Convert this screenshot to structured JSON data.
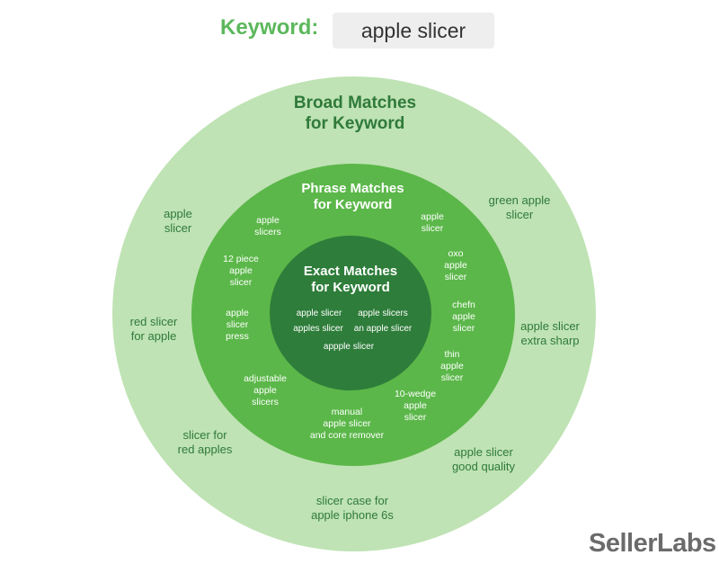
{
  "header": {
    "keyword_label": "Keyword:",
    "keyword_value": "apple slicer"
  },
  "diagram": {
    "colors": {
      "broad": "#bfe3b4",
      "phrase": "#5bb749",
      "exact": "#2e7d3a",
      "label_green": "#5cb85c"
    },
    "broad": {
      "title_line1": "Broad Matches",
      "title_line2": "for Keyword",
      "items": [
        {
          "line1": "apple",
          "line2": "slicer"
        },
        {
          "line1": "green apple",
          "line2": "slicer"
        },
        {
          "line1": "red slicer",
          "line2": "for apple"
        },
        {
          "line1": "apple slicer",
          "line2": "extra sharp"
        },
        {
          "line1": "slicer for",
          "line2": "red apples"
        },
        {
          "line1": "apple slicer",
          "line2": "good quality"
        },
        {
          "line1": "slicer case for",
          "line2": "apple iphone 6s"
        }
      ]
    },
    "phrase": {
      "title_line1": "Phrase Matches",
      "title_line2": "for Keyword",
      "items": [
        {
          "line1": "apple",
          "line2": "slicers",
          "line3": ""
        },
        {
          "line1": "apple",
          "line2": "slicer",
          "line3": ""
        },
        {
          "line1": "12 piece",
          "line2": "apple",
          "line3": "slicer"
        },
        {
          "line1": "oxo",
          "line2": "apple",
          "line3": "slicer"
        },
        {
          "line1": "apple",
          "line2": "slicer",
          "line3": "press"
        },
        {
          "line1": "chefn",
          "line2": "apple",
          "line3": "slicer"
        },
        {
          "line1": "thin",
          "line2": "apple",
          "line3": "slicer"
        },
        {
          "line1": "adjustable",
          "line2": "apple",
          "line3": "slicers"
        },
        {
          "line1": "10-wedge",
          "line2": "apple",
          "line3": "slicer"
        },
        {
          "line1": "manual",
          "line2": "apple slicer",
          "line3": "and core remover"
        }
      ]
    },
    "exact": {
      "title_line1": "Exact Matches",
      "title_line2": "for Keyword",
      "items": [
        "apple slicer",
        "apple slicers",
        "apples slicer",
        "an apple slicer",
        "appple slicer"
      ]
    }
  },
  "logo": {
    "text": "SellerLabs"
  }
}
